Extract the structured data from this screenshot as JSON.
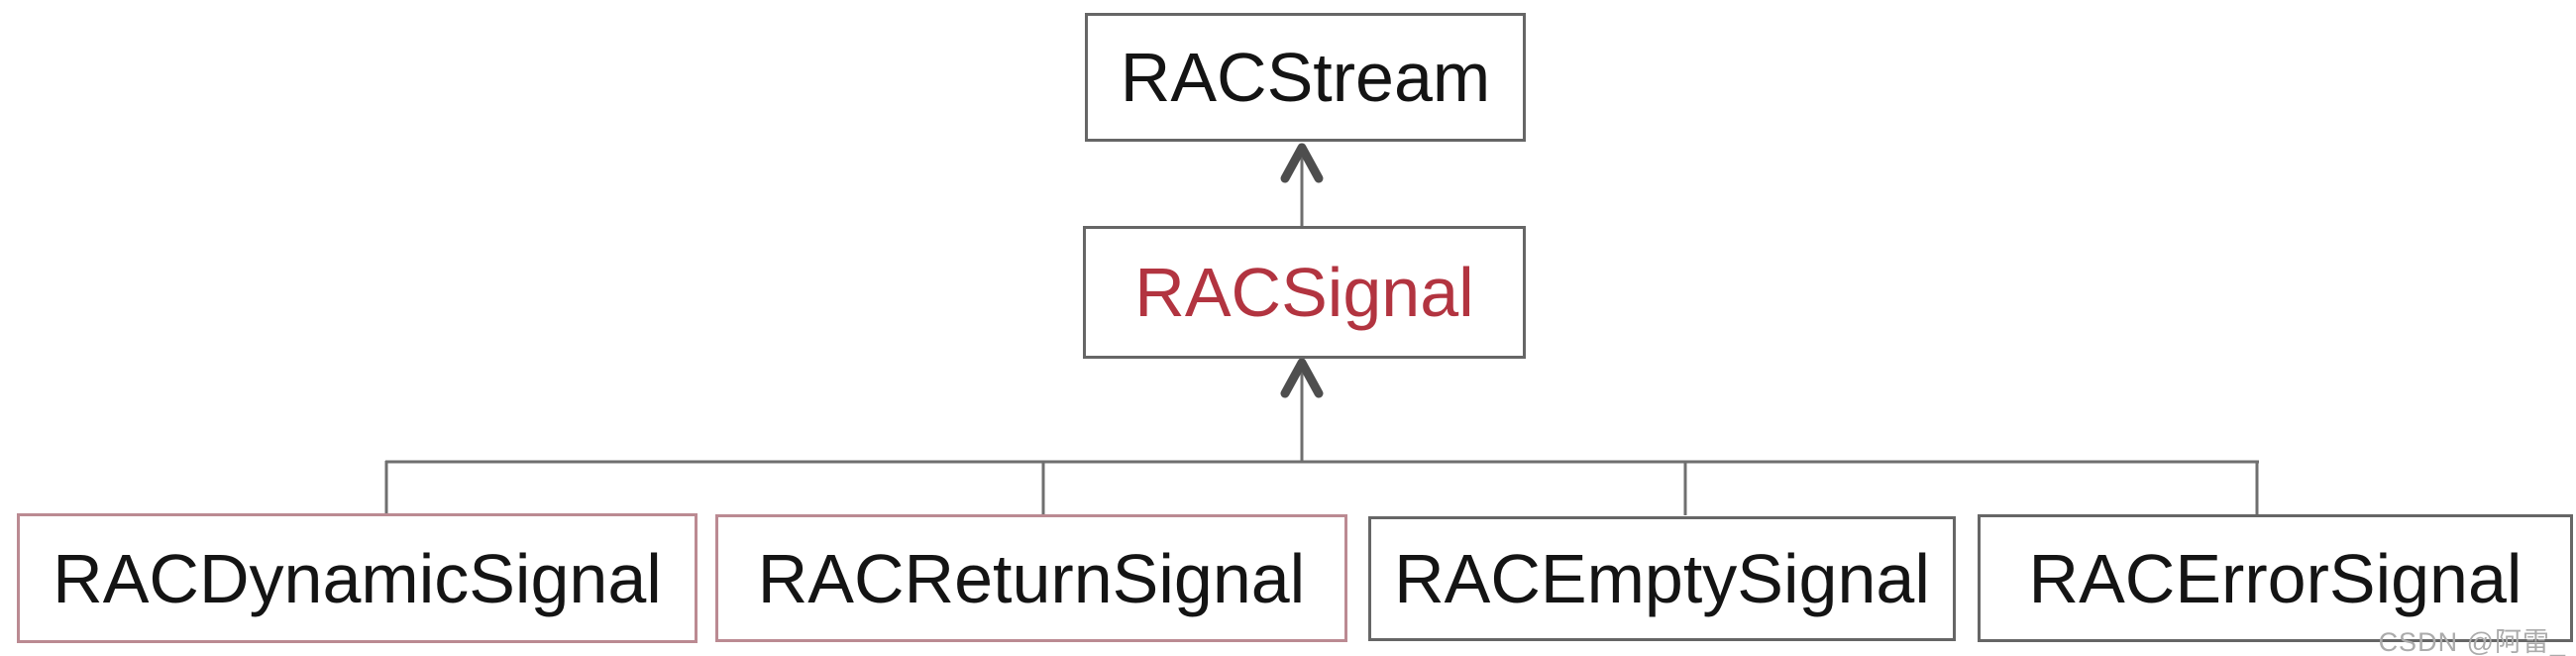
{
  "diagram": {
    "nodes": {
      "root": {
        "label": "RACStream",
        "highlighted": false
      },
      "middle": {
        "label": "RACSignal",
        "highlighted": true
      },
      "children": [
        {
          "label": "RACDynamicSignal",
          "highlighted": true
        },
        {
          "label": "RACReturnSignal",
          "highlighted": true
        },
        {
          "label": "RACEmptySignal",
          "highlighted": false
        },
        {
          "label": "RACErrorSignal",
          "highlighted": false
        }
      ]
    },
    "hierarchy": {
      "edges": [
        {
          "from": "RACSignal",
          "to": "RACStream"
        },
        {
          "from": "RACDynamicSignal",
          "to": "RACSignal"
        },
        {
          "from": "RACReturnSignal",
          "to": "RACSignal"
        },
        {
          "from": "RACEmptySignal",
          "to": "RACSignal"
        },
        {
          "from": "RACErrorSignal",
          "to": "RACSignal"
        }
      ]
    }
  },
  "watermark": {
    "text": "CSDN @阿雷_"
  },
  "colors": {
    "box_border": "#666666",
    "highlight_border": "#bb8a92",
    "highlight_text": "#b23440",
    "line": "#6f6f6f",
    "arrowhead": "#4e4e4e",
    "text": "#141414",
    "watermark": "#ababab"
  }
}
